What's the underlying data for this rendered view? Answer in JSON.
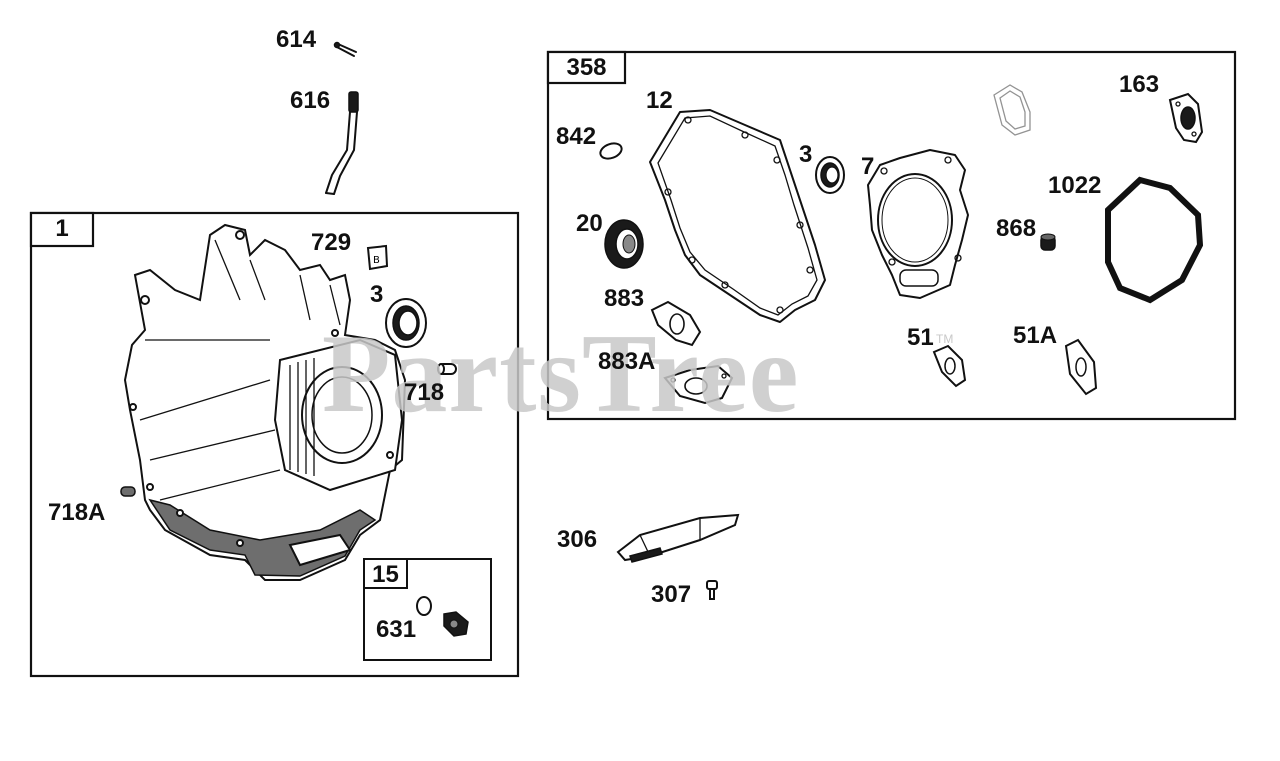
{
  "watermark": {
    "text": "PartsTree",
    "trademark": "TM",
    "color": "#c8c8c8"
  },
  "groups": [
    {
      "id": "1",
      "label": "1"
    },
    {
      "id": "358",
      "label": "358"
    },
    {
      "id": "15",
      "label": "15"
    }
  ],
  "callouts": {
    "c614": "614",
    "c616": "616",
    "c729": "729",
    "c3a": "3",
    "c718": "718",
    "c718a": "718A",
    "c631": "631",
    "c12": "12",
    "c842": "842",
    "c3b": "3",
    "c7": "7",
    "c163": "163",
    "c1022": "1022",
    "c20": "20",
    "c868": "868",
    "c883": "883",
    "c883a": "883A",
    "c51": "51",
    "c51a": "51A",
    "c306": "306",
    "c307": "307"
  },
  "parts": [
    {
      "ref": "1",
      "icon": "engine-block-icon"
    },
    {
      "ref": "614",
      "icon": "pin-icon"
    },
    {
      "ref": "616",
      "icon": "dipstick-rod-icon"
    },
    {
      "ref": "729",
      "icon": "plug-clip-icon"
    },
    {
      "ref": "3",
      "icon": "oil-seal-icon"
    },
    {
      "ref": "718",
      "icon": "dowel-pin-icon"
    },
    {
      "ref": "718A",
      "icon": "dowel-pin-icon"
    },
    {
      "ref": "631",
      "icon": "washer-icon"
    },
    {
      "ref": "15",
      "icon": "drain-plug-icon"
    },
    {
      "ref": "12",
      "icon": "crankcase-gasket-icon"
    },
    {
      "ref": "842",
      "icon": "o-ring-icon"
    },
    {
      "ref": "7",
      "icon": "head-gasket-icon"
    },
    {
      "ref": "163",
      "icon": "exhaust-gasket-icon"
    },
    {
      "ref": "1022",
      "icon": "valve-cover-gasket-icon"
    },
    {
      "ref": "20",
      "icon": "oil-seal-icon"
    },
    {
      "ref": "868",
      "icon": "valve-seal-icon"
    },
    {
      "ref": "883",
      "icon": "intake-gasket-icon"
    },
    {
      "ref": "883A",
      "icon": "intake-gasket-icon"
    },
    {
      "ref": "51",
      "icon": "carburetor-gasket-icon"
    },
    {
      "ref": "51A",
      "icon": "carburetor-gasket-icon"
    },
    {
      "ref": "306",
      "icon": "baffle-plate-icon"
    },
    {
      "ref": "307",
      "icon": "screw-icon"
    }
  ]
}
